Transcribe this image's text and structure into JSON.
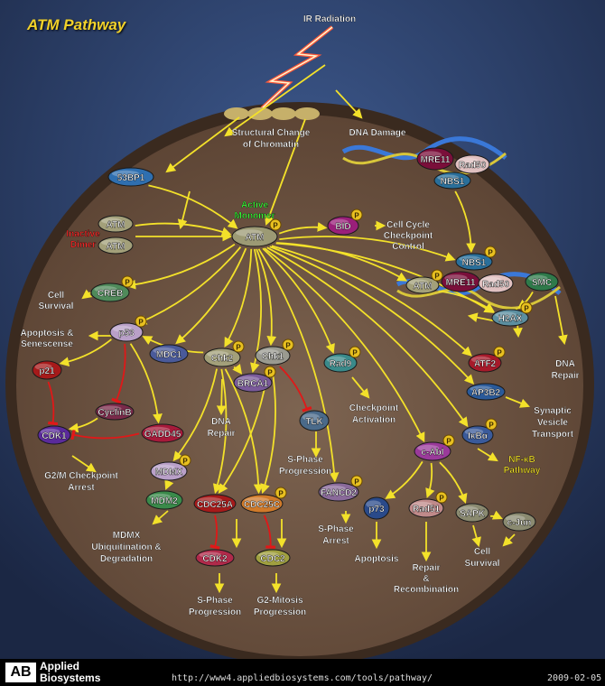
{
  "title": "ATM Pathway",
  "colors": {
    "arrow": "#f3e12a",
    "inhibit": "#e01818",
    "cell": "#6a5140",
    "membrane": "#4a3526"
  },
  "footer": {
    "logo_mark": "AB",
    "logo_line1": "Applied",
    "logo_line2": "Biosystems",
    "url": "http://www4.appliedbiosystems.com/tools/pathway/",
    "date": "2009-02-05"
  },
  "labels": {
    "ir": "IR Radiation",
    "struct1": "Structural Change",
    "struct2": "of Chromatin",
    "dna_damage": "DNA Damage",
    "active1": "Active",
    "active2": "Monomer",
    "inactive1": "Inactive",
    "inactive2": "Dimer",
    "ccc1": "Cell Cycle",
    "ccc2": "Checkpoint",
    "ccc3": "Control",
    "cell_surv1": "Cell",
    "cell_surv2": "Survival",
    "apop1": "Apoptosis &",
    "apop2": "Senescense",
    "dna_rep1": "DNA",
    "dna_rep2": "Repair",
    "g2m1": "G2/M Checkpoint",
    "g2m2": "Arrest",
    "mdmx1": "MDMX",
    "mdmx2": "Ubiquitination &",
    "mdmx3": "Degradation",
    "sprog1": "S-Phase",
    "sprog2": "Progression",
    "g2mit1": "G2-Mitosis",
    "g2mit2": "Progression",
    "tlk1": "S-Phase",
    "tlk2": "Progression",
    "sarr1": "S-Phase",
    "sarr2": "Arrest",
    "chk_act1": "Checkpoint",
    "chk_act2": "Activation",
    "apoptosis": "Apoptosis",
    "repair1": "Repair",
    "repair2": "&",
    "repair3": "Recombination",
    "cjun_surv1": "Cell",
    "cjun_surv2": "Survival",
    "nfkb1": "NF-κB",
    "nfkb2": "Pathway",
    "syn1": "Synaptic",
    "syn2": "Vesicle",
    "syn3": "Transport",
    "dnar1": "DNA",
    "dnar2": "Repair"
  },
  "phospho": "P",
  "nodes": {
    "bp53": "53BP1",
    "atm_d1": "ATM",
    "atm_d2": "ATM",
    "atm_main": "ATM",
    "bid": "BID",
    "mre11a": "MRE11",
    "rad50a": "Rad50",
    "nbs1a": "NBS1",
    "nbs1b": "NBS1",
    "atm_b": "ATM",
    "mre11b": "MRE11",
    "rad50b": "Rad50",
    "smc": "SMC",
    "h2ax": "H2AX",
    "creb": "CREB",
    "p53": "p53",
    "mdc1": "MDC1",
    "chk2": "Chk2",
    "chk1": "Chk1",
    "rad9": "Rad9",
    "atf2": "ATF2",
    "ap3b2": "AP3B2",
    "p21": "p21",
    "cyclinb": "CyclinB",
    "gadd45": "GADD45",
    "cdk1": "CDK1",
    "brca1": "BRCA1",
    "tlk": "TLK",
    "ikb": "IκBα",
    "cabl": "c-Abl",
    "mdmx": "MDMX",
    "mdm2": "MDM2",
    "cdc25a": "CDC25A",
    "cdc25c": "CDC25C",
    "fancd2": "FANCD2",
    "p73": "p73",
    "rad51": "Rad51",
    "sapk": "SAPK",
    "cjun": "c-Jun",
    "cdk2": "CDK2",
    "cdc2": "CDC2"
  }
}
